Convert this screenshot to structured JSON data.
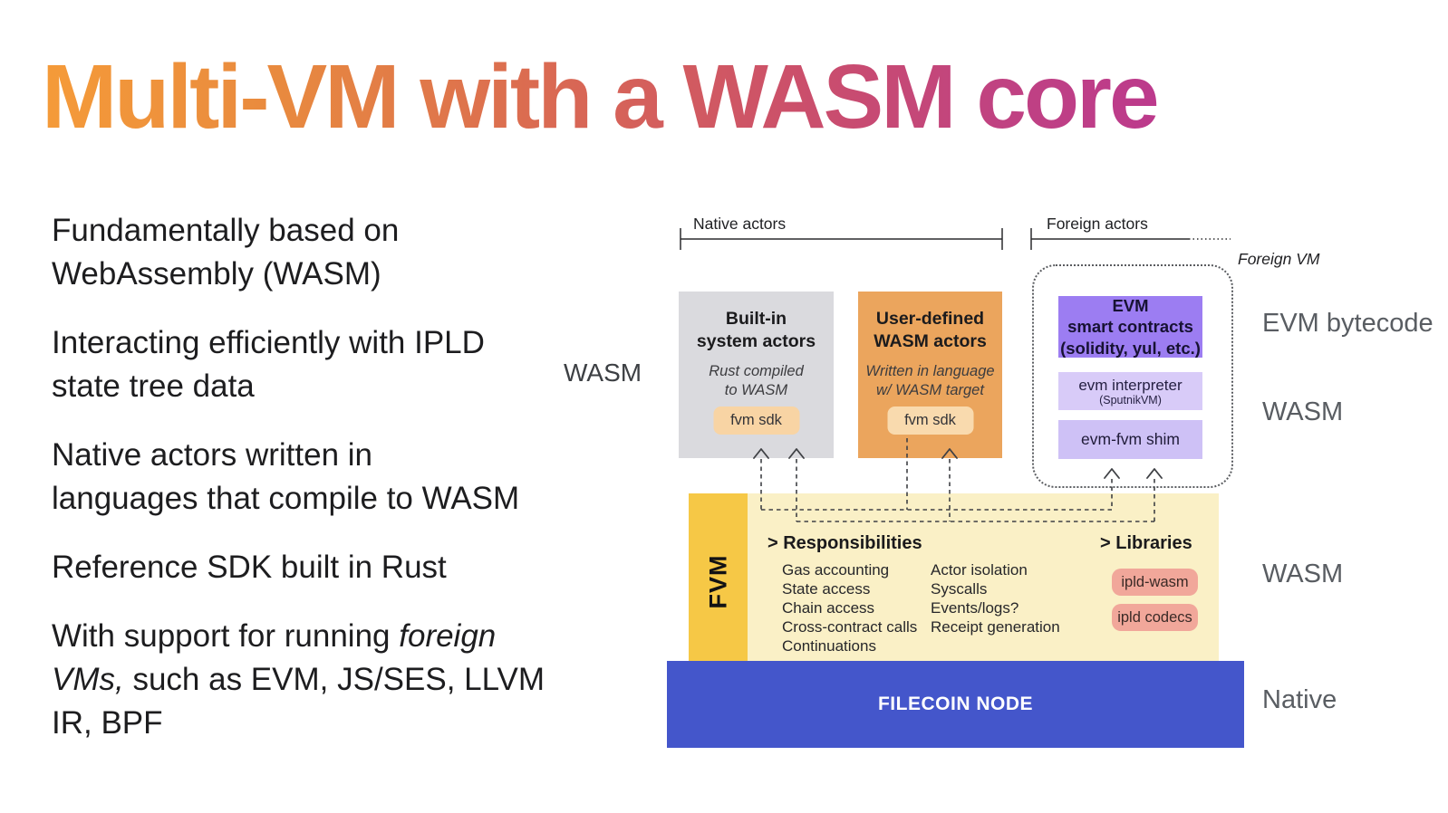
{
  "slide": {
    "title": "Multi-VM with a WASM core",
    "bullets": [
      {
        "lines": [
          [
            {
              "t": "Fundamentally based on"
            }
          ],
          [
            {
              "t": "WebAssembly (WASM)"
            }
          ]
        ]
      },
      {
        "lines": [
          [
            {
              "t": "Interacting efficiently with IPLD"
            }
          ],
          [
            {
              "t": "state tree data"
            }
          ]
        ]
      },
      {
        "lines": [
          [
            {
              "t": "Native actors written in"
            }
          ],
          [
            {
              "t": "languages that compile to WASM"
            }
          ]
        ]
      },
      {
        "lines": [
          [
            {
              "t": "Reference SDK built in Rust"
            }
          ]
        ]
      },
      {
        "lines": [
          [
            {
              "t": "With support for running "
            },
            {
              "t": "foreign",
              "i": true
            }
          ],
          [
            {
              "t": "VMs,",
              "i": true
            },
            {
              "t": " such as EVM, JS/SES, LLVM"
            }
          ],
          [
            {
              "t": "IR, BPF"
            }
          ]
        ]
      }
    ]
  },
  "diagram": {
    "labels": {
      "wasm_left": "WASM",
      "native_actors": "Native actors",
      "foreign_actors": "Foreign actors",
      "foreign_vm": "Foreign VM",
      "side": [
        "EVM bytecode",
        "WASM",
        "WASM",
        "Native"
      ]
    },
    "builtin_box": {
      "title": [
        "Built-in",
        "system actors"
      ],
      "subtitle": [
        "Rust compiled",
        "to WASM"
      ],
      "chip": "fvm sdk"
    },
    "userdefined_box": {
      "title": [
        "User-defined",
        "WASM actors"
      ],
      "subtitle": [
        "Written in language",
        "w/ WASM target"
      ],
      "chip": "fvm sdk"
    },
    "evm_box": {
      "title": [
        "EVM",
        "smart contracts",
        "(solidity, yul, etc.)"
      ]
    },
    "interpreter_box": {
      "line1": "evm interpreter",
      "line2": "(SputnikVM)"
    },
    "shim_box": {
      "label": "evm-fvm shim"
    },
    "fvm": {
      "tab": "FVM",
      "responsibilities_header": "> Responsibilities",
      "libraries_header": "> Libraries",
      "responsibilities_col1": [
        "Gas accounting",
        "State access",
        "Chain access",
        "Cross-contract calls",
        "Continuations"
      ],
      "responsibilities_col2": [
        "Actor isolation",
        "Syscalls",
        "Events/logs?",
        "Receipt generation"
      ],
      "library_chips": [
        "ipld-wasm",
        "ipld codecs"
      ]
    },
    "filecoin_node": "FILECOIN NODE"
  },
  "colors": {
    "title_gradient_start": "#F59B39",
    "title_gradient_end": "#BC3A8C",
    "builtin_box": "#DADADE",
    "userdefined_box": "#EBA55D",
    "sdk_chip_gray": "#F8D4A4",
    "sdk_chip_orange": "#F9DAAE",
    "evm_box": "#9C7DF2",
    "evm_subbox": "#D8CBF8",
    "fvm_body": "#FAF0C6",
    "fvm_tab": "#F6C846",
    "library_chip": "#F1A79A",
    "filecoin_bar": "#4456CB",
    "side_label_text": "#595D62"
  }
}
